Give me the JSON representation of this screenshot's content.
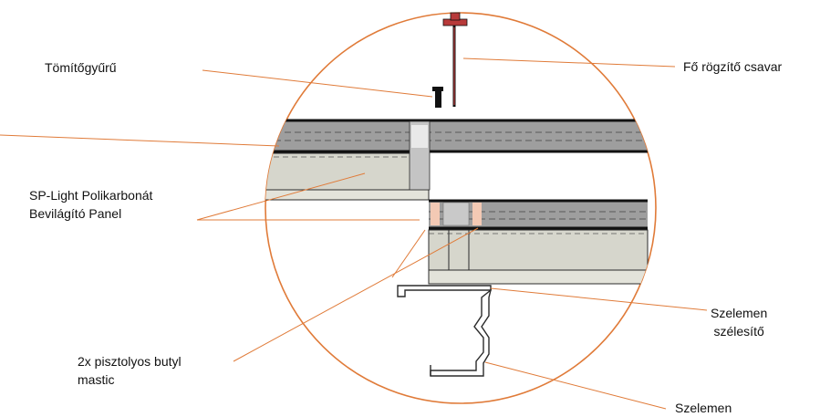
{
  "labels": {
    "sealing_ring": "Tömítőgyűrű",
    "main_screw": "Fő rögzítő csavar",
    "panel_line1": "SP-Light Polikarbonát",
    "panel_line2": "Bevilágító Panel",
    "purlin_widener_line1": "Szelemen",
    "purlin_widener_line2": "szélesítő",
    "mastic_line1": "2x pisztolyos butyl",
    "mastic_line2": "mastic",
    "purlin": "Szelemen"
  },
  "colors": {
    "circle": "#e07b39",
    "leader": "#e07b39",
    "polycarbonate": "#9e9e9e",
    "insulation": "#d6d6cc",
    "screw_red": "#b83a3a",
    "gasket": "#f3c9b4",
    "outline": "#2b2b2b"
  }
}
